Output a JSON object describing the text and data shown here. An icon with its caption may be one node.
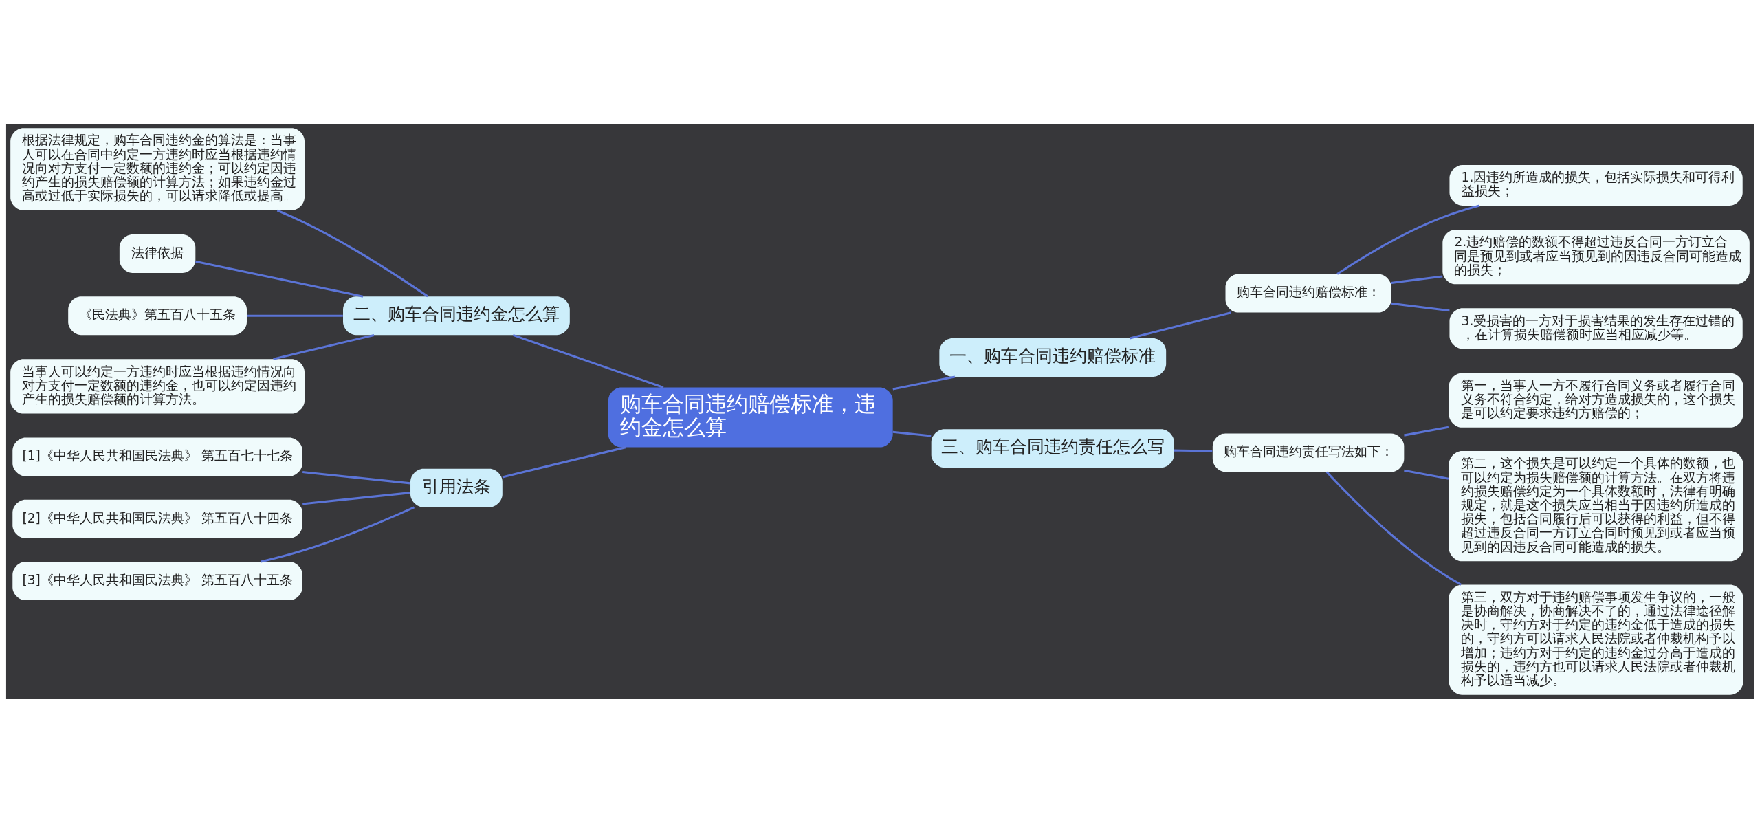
{
  "diagram": {
    "nodes": [
      {
        "text": [
          "购车合同违约赔偿标准，违约金怎么算"
        ]
      },
      {
        "text": [
          "一、购车合同违约赔偿标准"
        ]
      },
      {
        "text": [
          "购车合同违约赔偿标准："
        ]
      },
      {
        "text": [
          "1.因违约所造成的损失，包括实际损失和可得利益损失；"
        ]
      },
      {
        "text": [
          "2.违约赔偿的数额不得超过违反合同一方订立合同是预见到或者应当预见到的因违反合同可能造成的损失；"
        ]
      },
      {
        "text": [
          "3.受损害的一方对于损害结果的发生存在过错的，在计算损失赔偿额时应当相应减少等。"
        ]
      },
      {
        "text": [
          "三、购车合同违约责任怎么写"
        ]
      },
      {
        "text": [
          "购车合同违约责任写法如下："
        ]
      },
      {
        "text": [
          "第一，当事人一方不履行合同义务或者履行合同义务不符合约定，给对方造成损失的，这个损失是可以约定要求违约方赔偿的；"
        ]
      },
      {
        "text": [
          "第二，这个损失是可以约定一个具体的数额，也可以约定为损失赔偿额的计算方法。在双方将违约损失赔偿约定为一个具体数额时，法律有明确规定，就是这个损失应当相当于因违约所造成的损失，包括合同履行后可以获得的利益，但不得超过违反合同一方订立合同时预见到或者应当预见到的因违反合同可能造成的损失。"
        ]
      },
      {
        "text": [
          "第三，双方对于违约赔偿事项发生争议的，一般是协商解决，协商解决不了的，通过法律途径解决时，守约方对于约定的违约金低于造成的损失的，守约方可以请求人民法院或者仲裁机构予以增加；违约方对于约定的违约金过分高于造成的损失的，违约方也可以请求人民法院或者仲裁机构予以适当减少。"
        ]
      },
      {
        "text": [
          "二、购车合同违约金怎么算"
        ]
      },
      {
        "text": [
          "根据法律规定，购车合同违约金的算法是：当事人可以在合同中约定一方违约时应当根据违约情况向对方支付一定数额的违约金；可以约定因违约产生的损失赔偿额的计算方法；如果违约金过高或过低于实际损失的，可以请求降低或提高。"
        ]
      },
      {
        "text": [
          "法律依据"
        ]
      },
      {
        "text": [
          "《民法典》第五百八十五条"
        ]
      },
      {
        "text": [
          "当事人可以约定一方违约时应当根据违约情况向对方支付一定数额的违约金，也可以约定因违约产生的损失赔偿额的计算方法。"
        ]
      },
      {
        "text": [
          "引用法条"
        ]
      },
      {
        "text": [
          "[1]《中华人民共和国民法典》 第五百七十七条"
        ]
      },
      {
        "text": [
          "[2]《中华人民共和国民法典》 第五百八十四条"
        ]
      },
      {
        "text": [
          "[3]《中华人民共和国民法典》 第五百八十五条"
        ]
      }
    ],
    "edges": [
      {
        "from": 0,
        "to": 1,
        "arrow": "none"
      },
      {
        "from": 1,
        "to": 2,
        "arrow": "none"
      },
      {
        "from": 2,
        "to": 3,
        "arrow": "none"
      },
      {
        "from": 2,
        "to": 4,
        "arrow": "none"
      },
      {
        "from": 2,
        "to": 5,
        "arrow": "none"
      },
      {
        "from": 0,
        "to": 6,
        "arrow": "none"
      },
      {
        "from": 6,
        "to": 7,
        "arrow": "none"
      },
      {
        "from": 7,
        "to": 8,
        "arrow": "none"
      },
      {
        "from": 7,
        "to": 9,
        "arrow": "none"
      },
      {
        "from": 7,
        "to": 10,
        "arrow": "none"
      },
      {
        "from": 0,
        "to": 11,
        "arrow": "none"
      },
      {
        "from": 11,
        "to": 12,
        "arrow": "none"
      },
      {
        "from": 11,
        "to": 13,
        "arrow": "none"
      },
      {
        "from": 11,
        "to": 14,
        "arrow": "none"
      },
      {
        "from": 11,
        "to": 15,
        "arrow": "none"
      },
      {
        "from": 0,
        "to": 16,
        "arrow": "none"
      },
      {
        "from": 16,
        "to": 17,
        "arrow": "none"
      },
      {
        "from": 16,
        "to": 18,
        "arrow": "none"
      },
      {
        "from": 16,
        "to": 19,
        "arrow": "none"
      }
    ]
  }
}
